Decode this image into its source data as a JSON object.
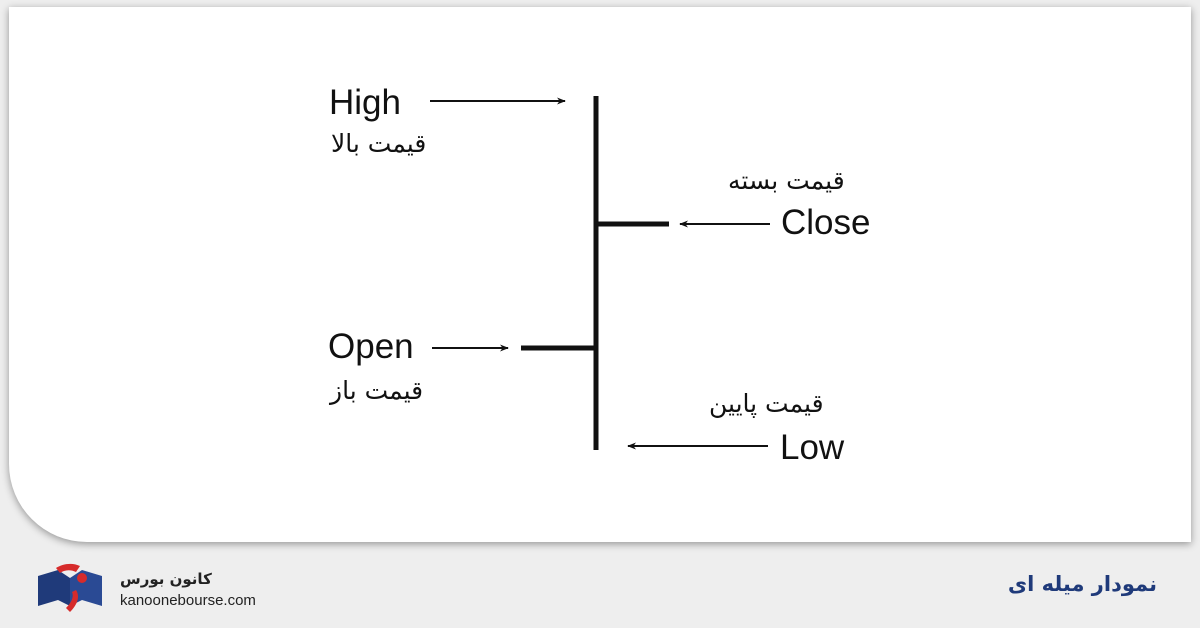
{
  "diagram": {
    "labels": {
      "high_en": "High",
      "high_fa": "قیمت بالا",
      "close_en": "Close",
      "close_fa": "قیمت بسته",
      "open_en": "Open",
      "open_fa": "قیمت باز",
      "low_en": "Low",
      "low_fa": "قیمت پایین"
    }
  },
  "footer": {
    "title": "نمودار میله ای",
    "brand_name": "کانون بورس",
    "brand_url": "kanoonebourse.com"
  },
  "colors": {
    "line": "#111111",
    "title": "#1f3a7a",
    "logo_blue": "#1f3a7a",
    "logo_red": "#d62b2b"
  }
}
